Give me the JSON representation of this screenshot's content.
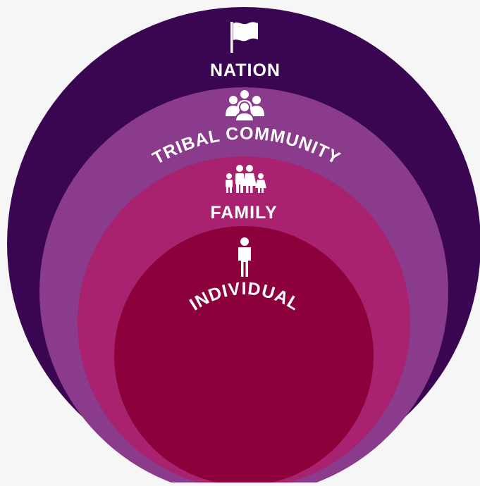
{
  "diagram": {
    "levels": [
      {
        "label": "NATION",
        "icon": "flag-icon",
        "color": "#3a0652"
      },
      {
        "label": "TRIBAL COMMUNITY",
        "icon": "group-icon",
        "color": "#8a3b8c"
      },
      {
        "label": "FAMILY",
        "icon": "family-icon",
        "color": "#a8226f"
      },
      {
        "label": "INDIVIDUAL",
        "icon": "person-icon",
        "color": "#8c003c"
      }
    ],
    "background": "#f6f6f7",
    "label_color": "#ffffff"
  }
}
